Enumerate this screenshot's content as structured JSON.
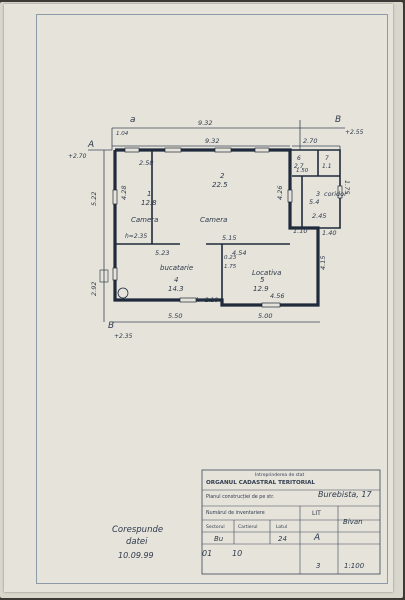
{
  "drawing": {
    "axis_a": "A",
    "axis_b": "B",
    "axis_a_top": "a",
    "top_level": "+2.70",
    "top_right_level": "+2.55",
    "bottom_level": "+2.35",
    "dims": {
      "top_outer": "9.32",
      "top_inner": "9.32",
      "top_right": "2.70",
      "left_room1": "4.28",
      "left_outer": "5.22",
      "left_lower": "2.92",
      "room1_width": "2.58",
      "room2_height": "4.26",
      "mid_width": "5.15",
      "right_small": "1.10",
      "right_lower": "1.40",
      "right_vertical": "4.15",
      "room5_width": "4.54",
      "room5_width_bottom": "4.56",
      "room4_width": "5.23",
      "bottom_left": "5.50",
      "bottom_right": "5.00",
      "room3_width": "2.45",
      "room3_small": "1.50",
      "right_side_height": "1.75",
      "kitchen_offset": "0.23",
      "room4_height": "2.10",
      "small_room_height": "1.75",
      "left_edge": "1.04"
    },
    "rooms": [
      {
        "no": "1",
        "area": "12.8",
        "name": "Camera"
      },
      {
        "no": "2",
        "area": "22.5",
        "name": "Camera"
      },
      {
        "no": "3",
        "area": "5.4",
        "name": "coridor"
      },
      {
        "no": "4",
        "area": "14.3",
        "name": "bucatarie"
      },
      {
        "no": "5",
        "area": "12.9",
        "name": "Locativa"
      },
      {
        "no": "6",
        "area": "2.7",
        "name": ""
      },
      {
        "no": "7",
        "area": "1.1",
        "name": ""
      }
    ],
    "heights": {
      "room1": "h=2.35",
      "room4": "h=2.10"
    }
  },
  "stamp": {
    "header": "Intreprinderea de stat",
    "org": "ORGANUL CADASTRAL TERITORIAL",
    "address_label": "Planul construcției de pe str.",
    "address_value": "Burebista, 17",
    "inventory_label": "Numărul de inventariere",
    "lit_label": "LIT",
    "lit_value": "A",
    "sector_label": "Sectorul",
    "quarter_label": "Cartierul",
    "lot_label": "Lotul",
    "sector_value": "Bu",
    "lot_value": "24",
    "sheet_value": "3",
    "scale": "1:100",
    "signature_text": "Bivan"
  },
  "notes": {
    "conform": "Corespunde",
    "conform2": "datei",
    "date": "10.09.99",
    "code1": "01",
    "code2": "10"
  }
}
